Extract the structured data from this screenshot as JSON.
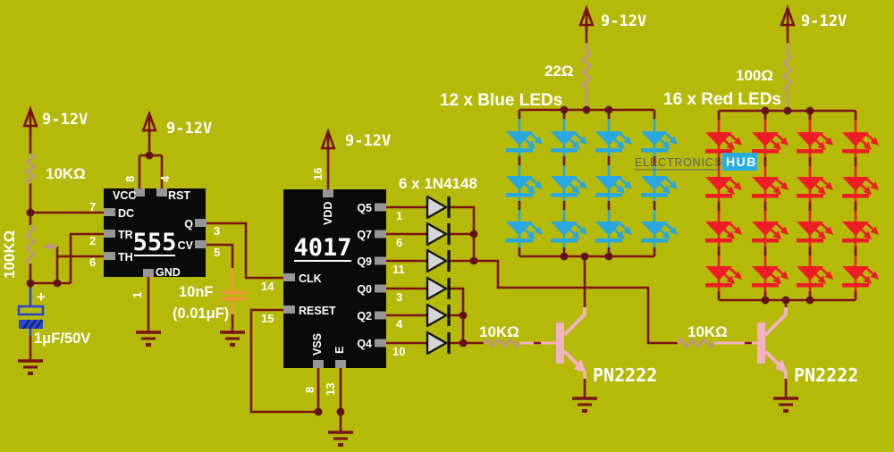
{
  "colors": {
    "background": "#b5b907",
    "wire": "#7a1216",
    "junction": "#651014",
    "resistor": "#c29193",
    "pink": "#f3b1c4",
    "blue_led": "#29a7e0",
    "red_led": "#ee1c25",
    "electrolytic": "#2b46cf",
    "film_cap": "#f79240",
    "ic_body": "#0a0a0a",
    "ic_pin": "#969696",
    "diode_fill": "#d6d6d6",
    "label": "#ffffff",
    "watermark_text": "#5a626e",
    "watermark_tag": "#2aaede"
  },
  "supply_voltage": "9-12V",
  "left_section": {
    "top_resistor": "10KΩ",
    "potentiometer": "100KΩ",
    "capacitor": "1μF/50V",
    "cap_polarity": "+"
  },
  "ic555": {
    "name": "555",
    "pins": {
      "vcc": "VCC",
      "rst": "RST",
      "dc": "DC",
      "tr": "TR",
      "th": "TH",
      "gnd": "GND",
      "q": "Q",
      "cv": "CV"
    },
    "pin_numbers": {
      "p8": "8",
      "p4": "4",
      "p7": "7",
      "p2": "2",
      "p6": "6",
      "p1": "1",
      "p3": "3",
      "p5": "5"
    }
  },
  "timing_cap": {
    "value": "10nF",
    "alt": "(0.01μF)"
  },
  "ic4017": {
    "name": "4017",
    "pins": {
      "vdd": "VDD",
      "clk": "CLK",
      "reset": "RESET",
      "vss": "VSS",
      "e": "E",
      "q5": "Q5",
      "q7": "Q7",
      "q9": "Q9",
      "q0": "Q0",
      "q2": "Q2",
      "q4": "Q4"
    },
    "pin_numbers": {
      "p16": "16",
      "p14": "14",
      "p15": "15",
      "p8": "8",
      "p13": "13",
      "p1": "1",
      "p6": "6",
      "p11": "11",
      "p3": "3",
      "p4": "4",
      "p10": "10"
    }
  },
  "diodes": {
    "label": "6 x 1N4148",
    "count": 6
  },
  "blue_array": {
    "label": "12 x Blue LEDs",
    "resistor_label": "22Ω",
    "rows": 3,
    "columns": 4
  },
  "red_array": {
    "label": "16 x Red LEDs",
    "resistor_label": "100Ω",
    "rows": 4,
    "columns": 4
  },
  "transistors": {
    "r1_label": "10KΩ",
    "r2_label": "10KΩ",
    "q1_label": "PN2222",
    "q2_label": "PN2222"
  },
  "watermark": {
    "brand": "ELECTRONICS",
    "tag": "HUB"
  }
}
